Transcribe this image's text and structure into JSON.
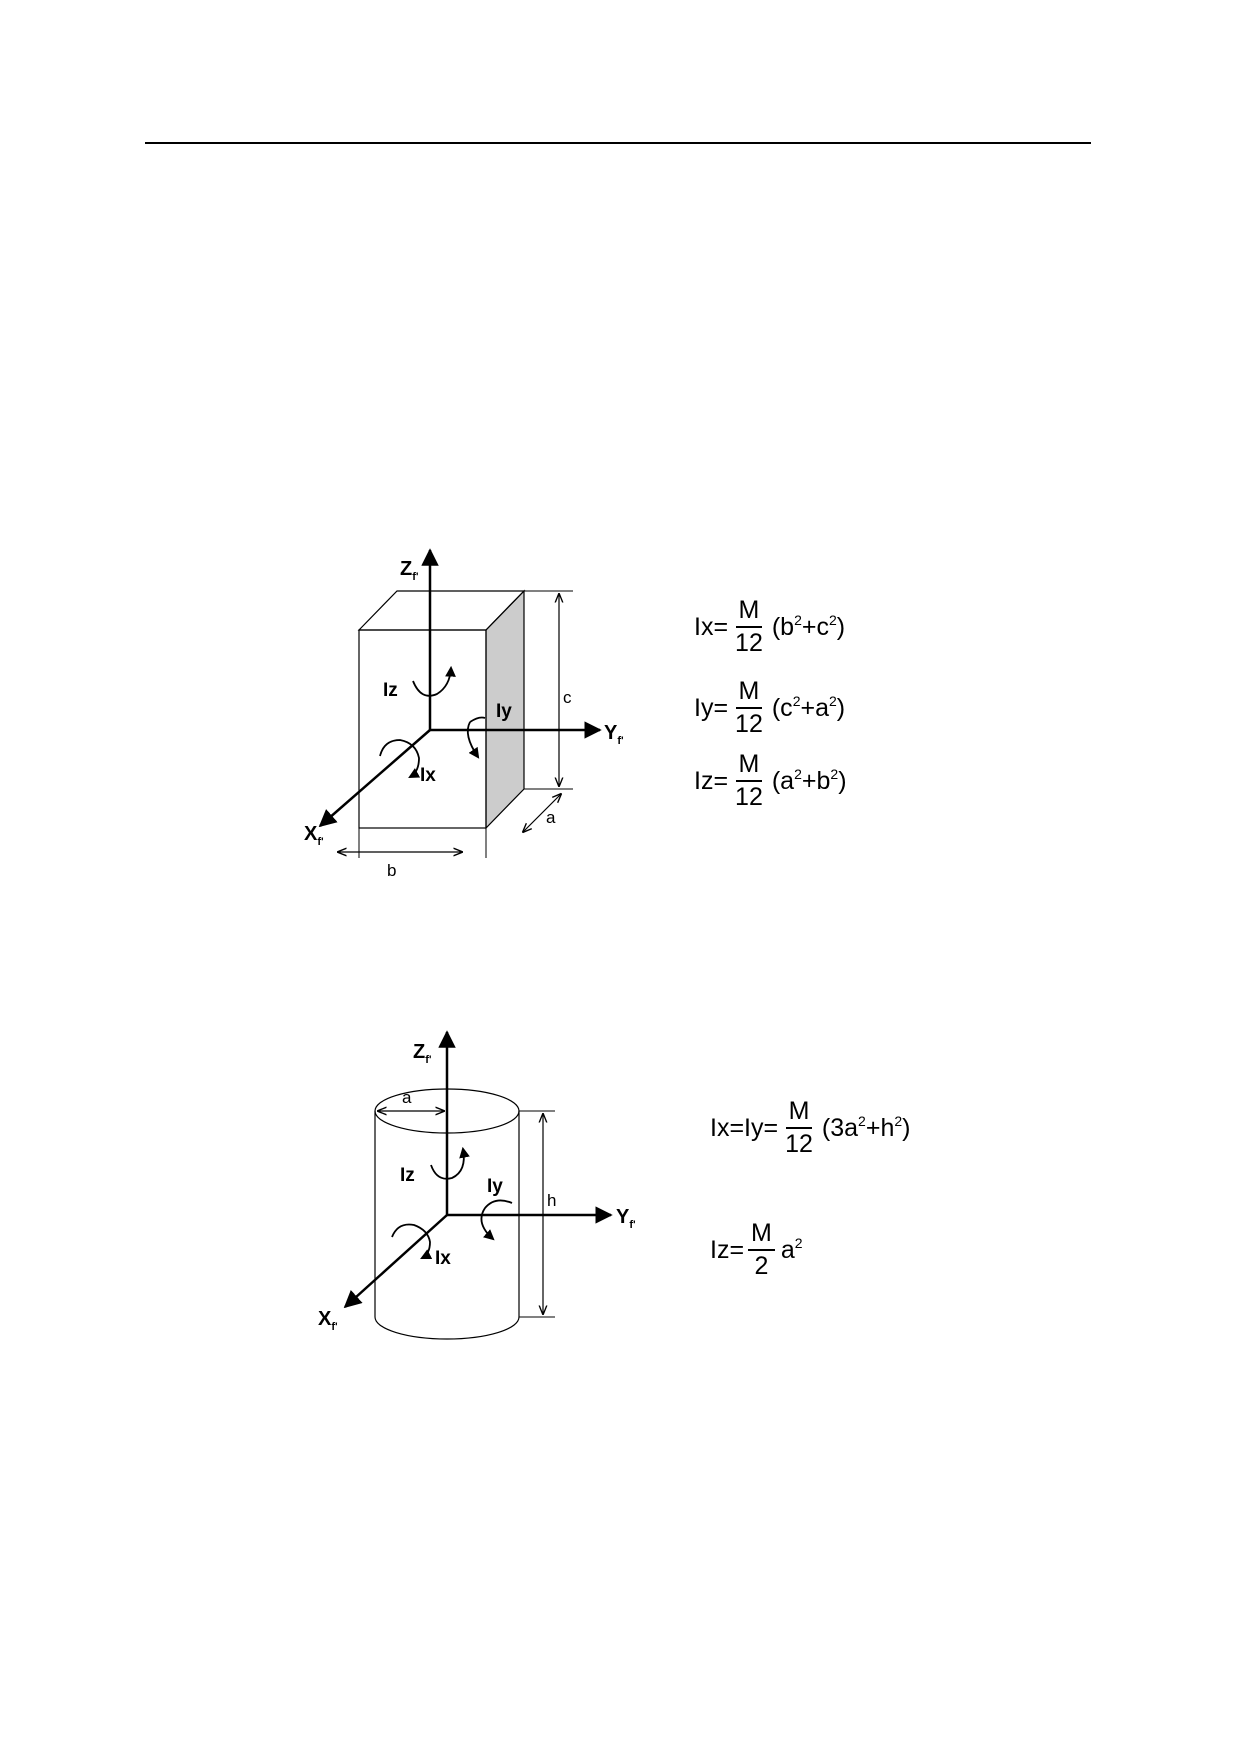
{
  "box": {
    "axes": {
      "z": {
        "main": "Z",
        "sub": "f'"
      },
      "y": {
        "main": "Y",
        "sub": "f'"
      },
      "x": {
        "main": "X",
        "sub": "f'"
      }
    },
    "moments": {
      "iz": "Iz",
      "iy": "Iy",
      "ix": "Ix"
    },
    "dims": {
      "a": "a",
      "b": "b",
      "c": "c"
    },
    "formulas": [
      {
        "lhs": "Ix=",
        "num": "M",
        "den": "12",
        "rhs": [
          [
            "(b",
            "2",
            "+c",
            "2",
            ")"
          ]
        ]
      },
      {
        "lhs": "Iy=",
        "num": "M",
        "den": "12",
        "rhs": [
          [
            "(c",
            "2",
            "+a",
            "2",
            ")"
          ]
        ]
      },
      {
        "lhs": "Iz=",
        "num": "M",
        "den": "12",
        "rhs": [
          [
            "(a",
            "2",
            "+b",
            "2",
            ")"
          ]
        ]
      }
    ]
  },
  "cylinder": {
    "axes": {
      "z": {
        "main": "Z",
        "sub": "f'"
      },
      "y": {
        "main": "Y",
        "sub": "f'"
      },
      "x": {
        "main": "X",
        "sub": "f'"
      }
    },
    "moments": {
      "iz": "Iz",
      "iy": "Iy",
      "ix": "Ix"
    },
    "dims": {
      "a": "a",
      "h": "h"
    },
    "formulas": [
      {
        "lhs": "Ix=Iy=",
        "num": "M",
        "den": "12",
        "rhs_parts": [
          "(3a",
          "2",
          "+h",
          "2",
          ")"
        ]
      },
      {
        "lhs": "Iz=",
        "num": "M",
        "den": "2",
        "rhs_parts": [
          "a",
          "2"
        ]
      }
    ]
  },
  "colors": {
    "line": "#000000",
    "shade": "#cccccc",
    "background": "#ffffff"
  }
}
